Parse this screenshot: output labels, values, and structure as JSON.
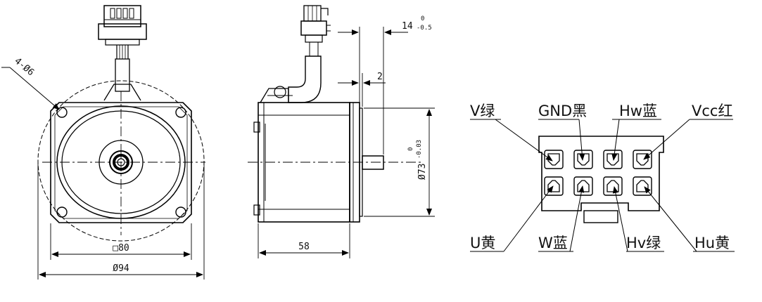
{
  "front_view": {
    "hole_callout": "4-Ø6",
    "square_dim": "□80",
    "diameter_dim": "Ø94"
  },
  "side_view": {
    "shaft_dim": "14",
    "shaft_tol_upper": "0",
    "shaft_tol_lower": "-0.5",
    "flange_dim": "2",
    "pilot_dim": "Ø73",
    "pilot_tol_upper": "0",
    "pilot_tol_lower": "-0.03",
    "length_dim": "58"
  },
  "connector": {
    "top_labels": [
      "V绿",
      "GND黑",
      "Hw蓝",
      "Vcc红"
    ],
    "bottom_labels": [
      "U黄",
      "W蓝",
      "Hv绿",
      "Hu黄"
    ]
  }
}
